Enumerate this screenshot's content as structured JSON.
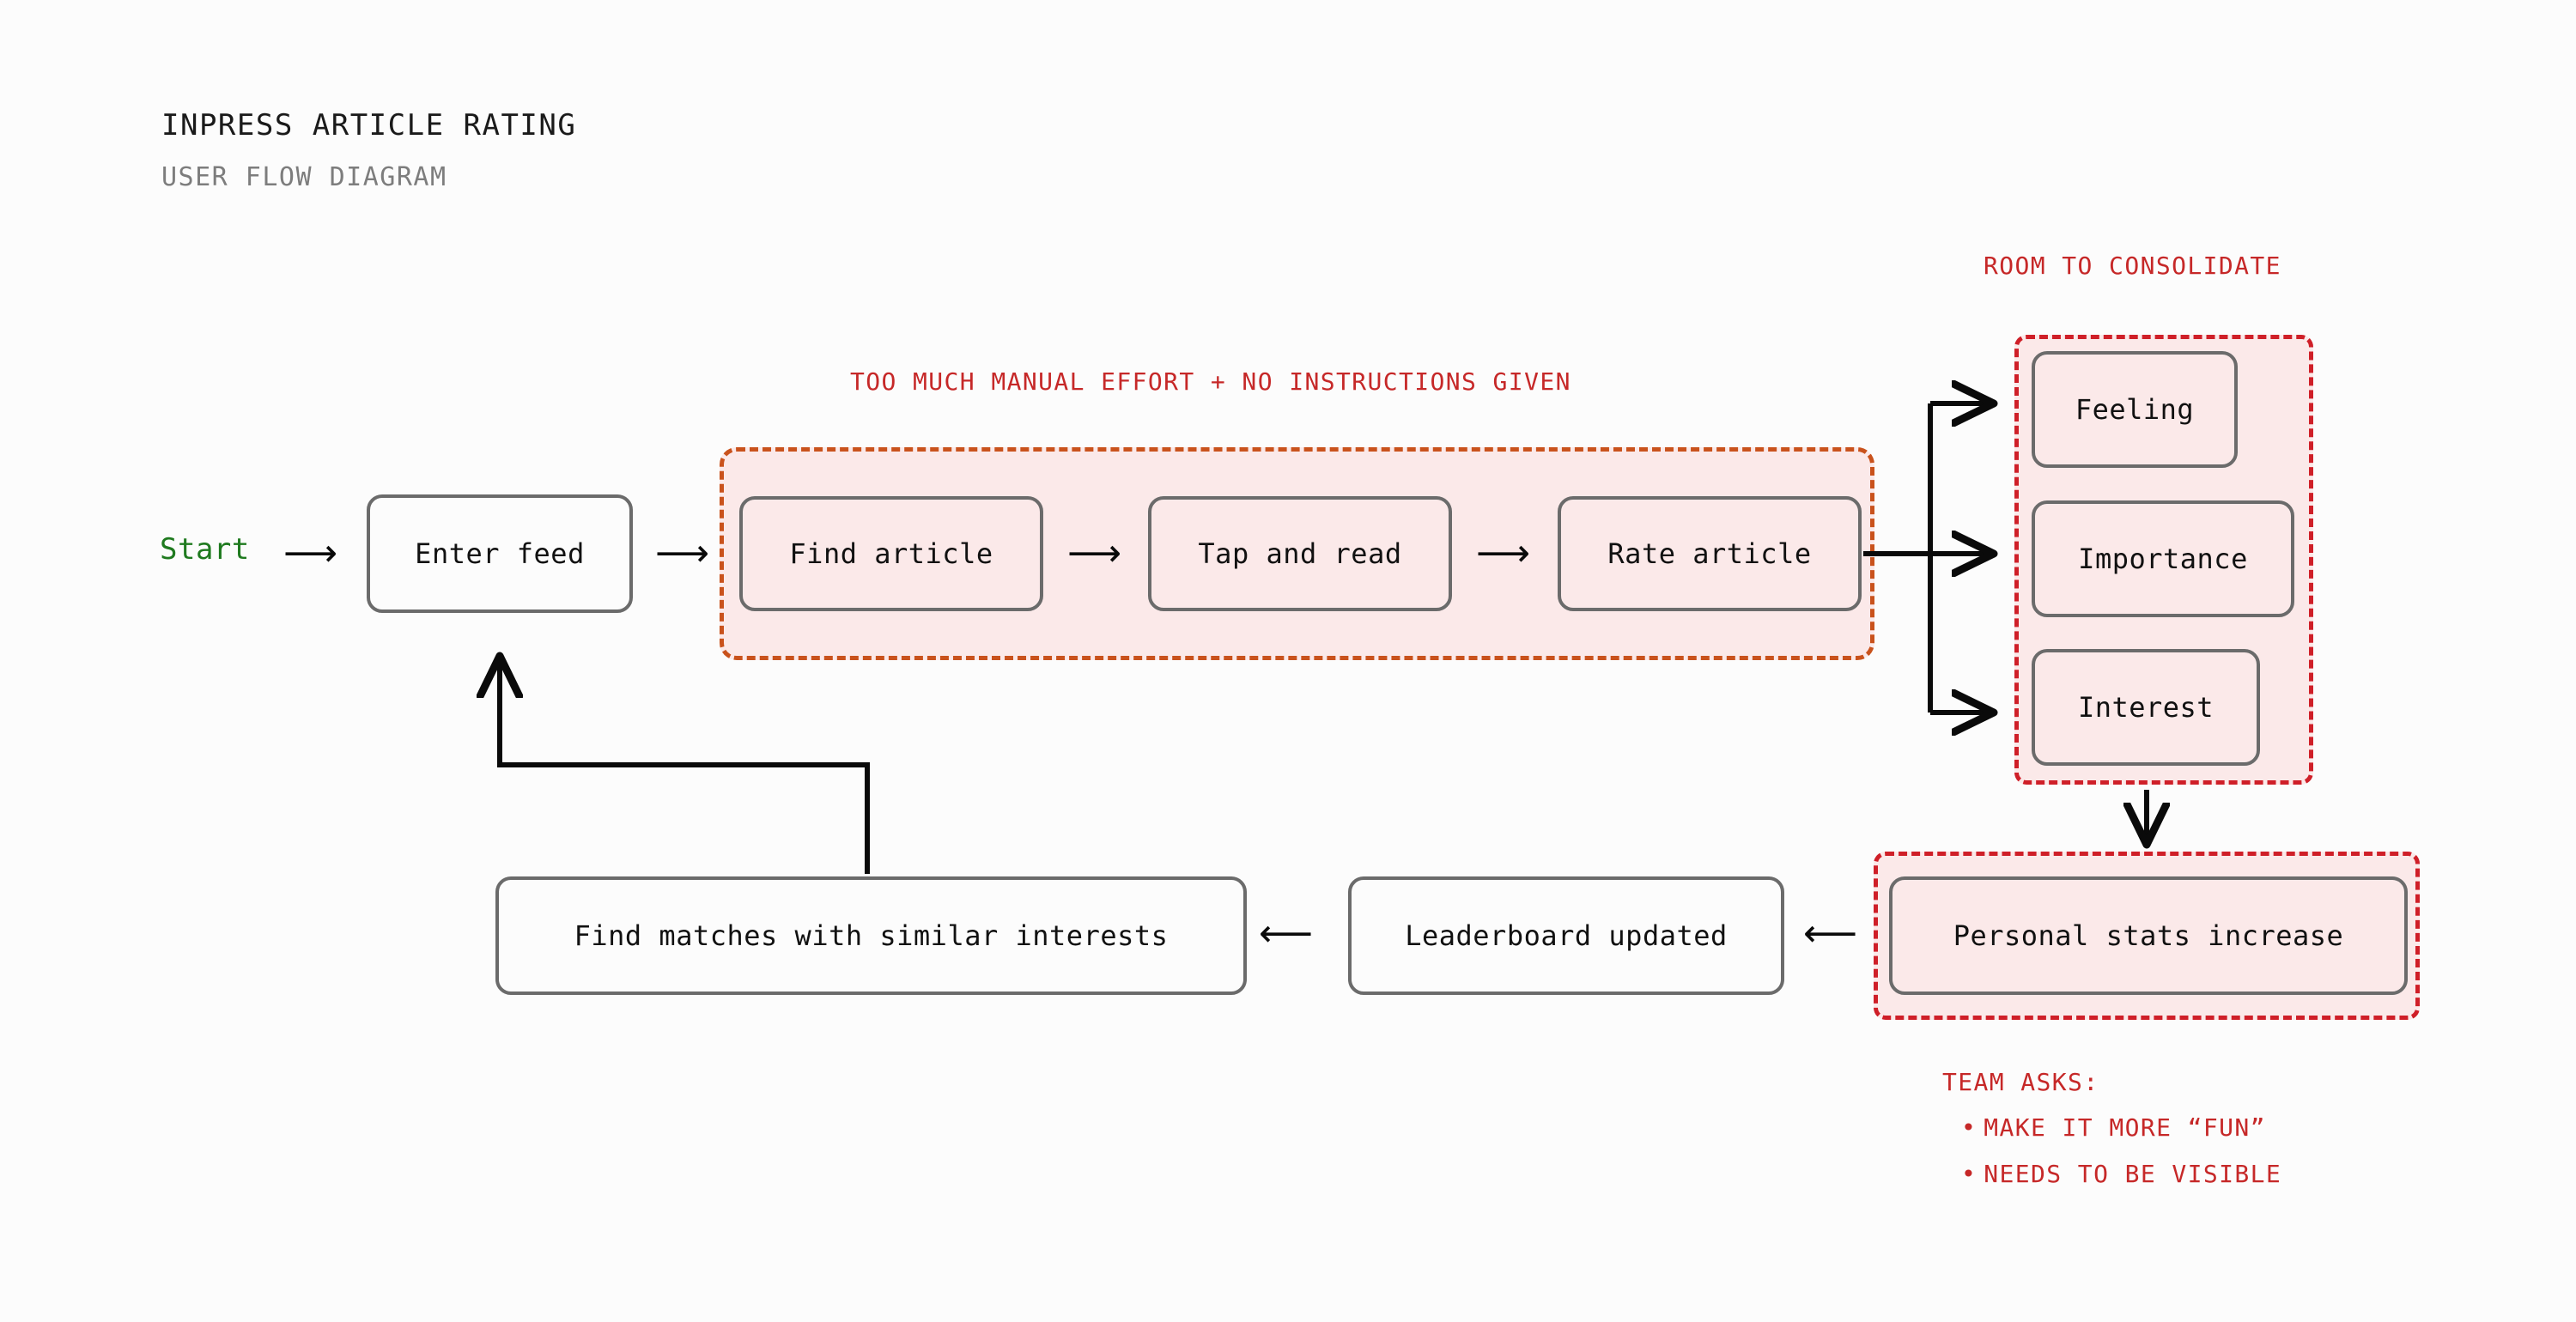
{
  "header": {
    "title": "INPRESS ARTICLE RATING",
    "subtitle": "USER FLOW DIAGRAM"
  },
  "colors": {
    "background": "#fcfcfc",
    "node_border": "#6b6b6b",
    "node_text": "#111111",
    "start_text": "#1f7a1f",
    "annotation_red": "#c62828",
    "group_dashed_orange": "#c9521c",
    "group_dashed_red": "#cf1f28",
    "group_fill_pink": "#fbe9e9",
    "connector": "#0a0a0a"
  },
  "start": {
    "label": "Start"
  },
  "annotations": {
    "manual_effort": "TOO MUCH MANUAL EFFORT + NO INSTRUCTIONS GIVEN",
    "room_to_consolidate": "ROOM TO CONSOLIDATE"
  },
  "team_asks": {
    "title": "TEAM ASKS:",
    "bullet": "•",
    "items": [
      "MAKE IT MORE “FUN”",
      "NEEDS TO BE VISIBLE"
    ]
  },
  "nodes": {
    "enter_feed": "Enter feed",
    "find_article": "Find article",
    "tap_and_read": "Tap and read",
    "rate_article": "Rate article",
    "feeling": "Feeling",
    "importance": "Importance",
    "interest": "Interest",
    "personal_stats": "Personal stats increase",
    "leaderboard": "Leaderboard updated",
    "find_matches": "Find matches with similar interests"
  },
  "arrows": {
    "right": "⟶",
    "left": "⟵"
  },
  "chart_data": {
    "type": "flowchart",
    "title": "INPRESS ARTICLE RATING — USER FLOW DIAGRAM",
    "nodes": [
      {
        "id": "start",
        "label": "Start",
        "kind": "terminator"
      },
      {
        "id": "enter_feed",
        "label": "Enter feed",
        "kind": "step"
      },
      {
        "id": "find_article",
        "label": "Find article",
        "kind": "step",
        "group": "flow_pain"
      },
      {
        "id": "tap_and_read",
        "label": "Tap and read",
        "kind": "step",
        "group": "flow_pain"
      },
      {
        "id": "rate_article",
        "label": "Rate article",
        "kind": "step",
        "group": "flow_pain"
      },
      {
        "id": "feeling",
        "label": "Feeling",
        "kind": "step",
        "group": "ratings"
      },
      {
        "id": "importance",
        "label": "Importance",
        "kind": "step",
        "group": "ratings"
      },
      {
        "id": "interest",
        "label": "Interest",
        "kind": "step",
        "group": "ratings"
      },
      {
        "id": "personal_stats",
        "label": "Personal stats increase",
        "kind": "step",
        "group": "stats"
      },
      {
        "id": "leaderboard",
        "label": "Leaderboard updated",
        "kind": "step"
      },
      {
        "id": "find_matches",
        "label": "Find matches with similar interests",
        "kind": "step"
      }
    ],
    "edges": [
      {
        "from": "start",
        "to": "enter_feed"
      },
      {
        "from": "enter_feed",
        "to": "find_article"
      },
      {
        "from": "find_article",
        "to": "tap_and_read"
      },
      {
        "from": "tap_and_read",
        "to": "rate_article"
      },
      {
        "from": "rate_article",
        "to": "feeling"
      },
      {
        "from": "rate_article",
        "to": "importance"
      },
      {
        "from": "rate_article",
        "to": "interest"
      },
      {
        "from": "ratings",
        "to": "personal_stats"
      },
      {
        "from": "personal_stats",
        "to": "leaderboard"
      },
      {
        "from": "leaderboard",
        "to": "find_matches"
      },
      {
        "from": "find_matches",
        "to": "enter_feed"
      }
    ],
    "groups": [
      {
        "id": "flow_pain",
        "annotation": "TOO MUCH MANUAL EFFORT + NO INSTRUCTIONS GIVEN",
        "style": "dashed-orange"
      },
      {
        "id": "ratings",
        "annotation": "ROOM TO CONSOLIDATE",
        "style": "dashed-red"
      },
      {
        "id": "stats",
        "annotation": "TEAM ASKS:",
        "style": "dashed-red"
      }
    ]
  }
}
